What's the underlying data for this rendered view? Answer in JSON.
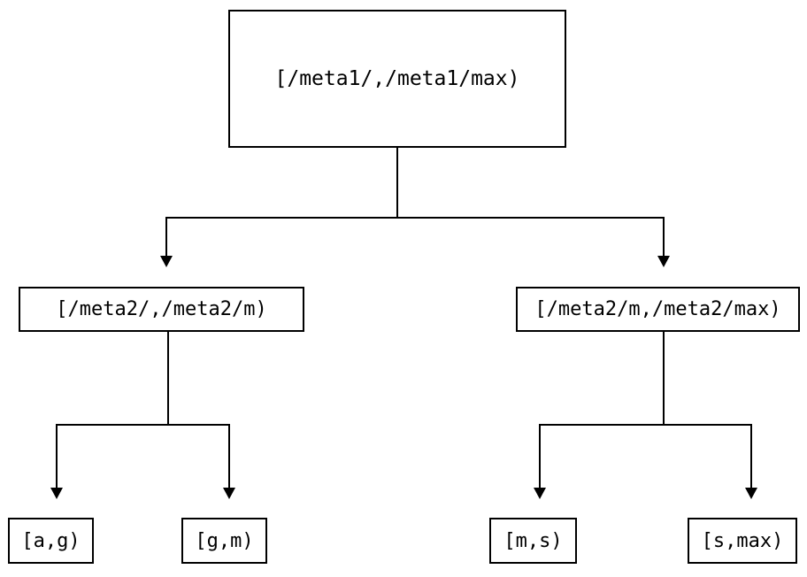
{
  "diagram": {
    "type": "tree",
    "title": "",
    "orientation": "top-down",
    "colors": {
      "stroke": "#000000",
      "fill": "#ffffff",
      "text": "#000000",
      "background": "#ffffff"
    },
    "nodes": {
      "root": {
        "id": "root",
        "label": "[/meta1/,/meta1/max)"
      },
      "level2": [
        {
          "id": "l2-left",
          "label": "[/meta2/,/meta2/m)"
        },
        {
          "id": "l2-right",
          "label": "[/meta2/m,/meta2/max)"
        }
      ],
      "leaves": [
        {
          "id": "leaf-a-g",
          "label": "[a,g)"
        },
        {
          "id": "leaf-g-m",
          "label": "[g,m)"
        },
        {
          "id": "leaf-m-s",
          "label": "[m,s)"
        },
        {
          "id": "leaf-s-max",
          "label": "[s,max)"
        }
      ]
    },
    "edges": [
      {
        "from": "root",
        "to": "l2-left",
        "arrowhead": "filled-triangle"
      },
      {
        "from": "root",
        "to": "l2-right",
        "arrowhead": "filled-triangle"
      },
      {
        "from": "l2-left",
        "to": "leaf-a-g",
        "arrowhead": "filled-triangle"
      },
      {
        "from": "l2-left",
        "to": "leaf-g-m",
        "arrowhead": "filled-triangle"
      },
      {
        "from": "l2-right",
        "to": "leaf-m-s",
        "arrowhead": "filled-triangle"
      },
      {
        "from": "l2-right",
        "to": "leaf-s-max",
        "arrowhead": "filled-triangle"
      }
    ]
  }
}
